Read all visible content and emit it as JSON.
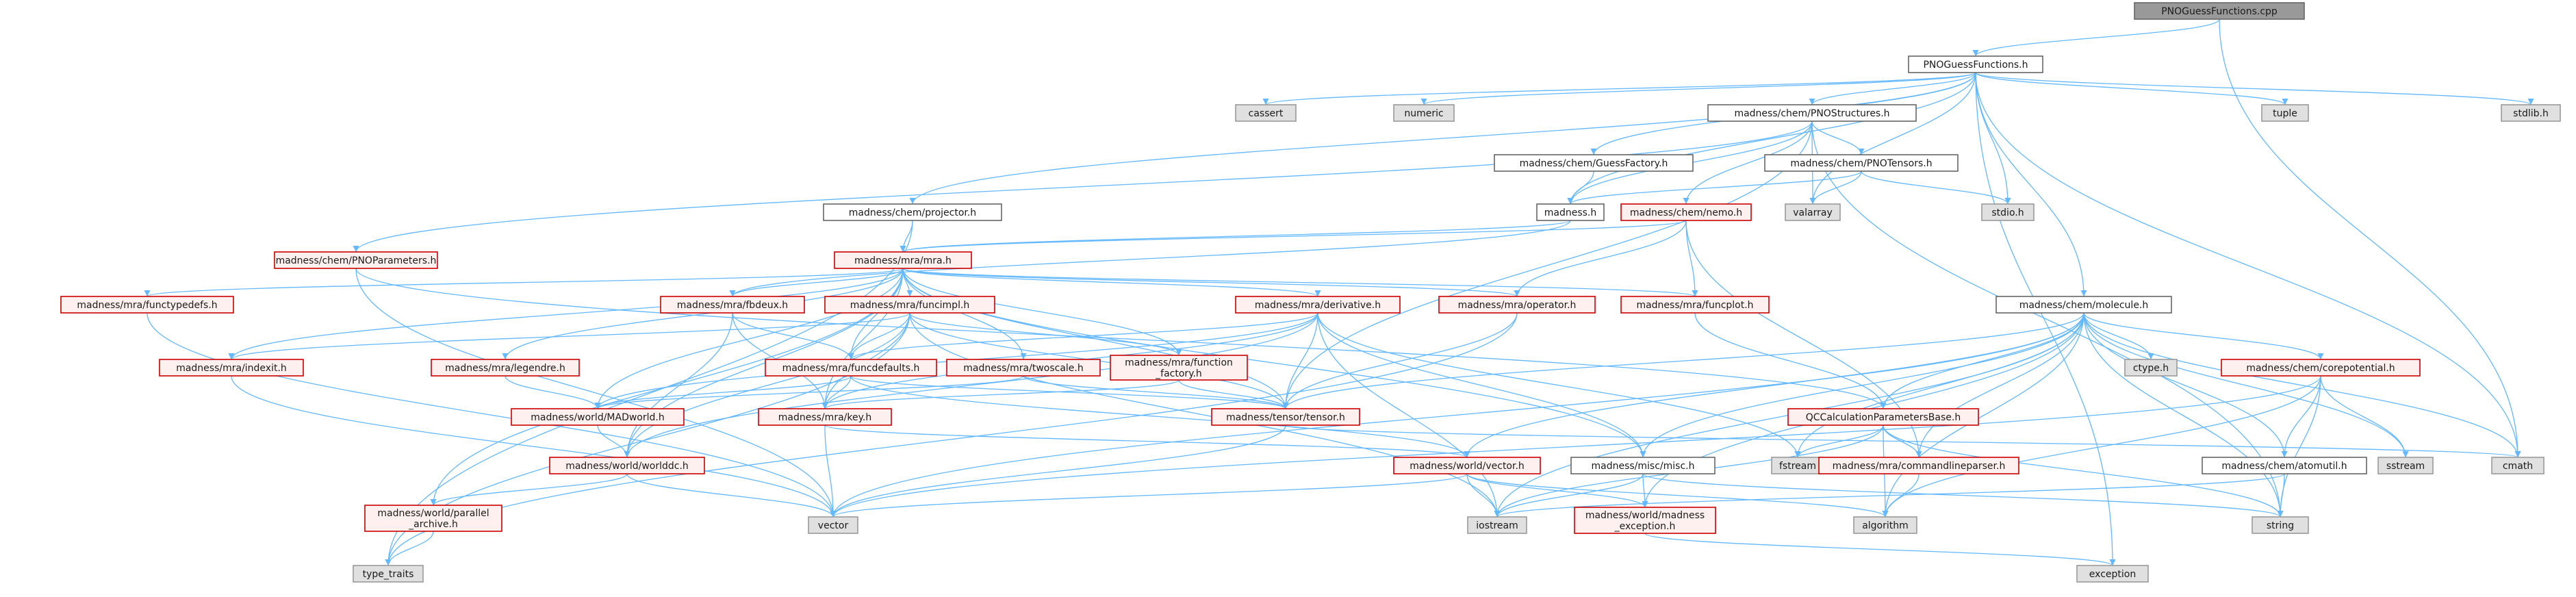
{
  "colors": {
    "edge": "#63b8ff",
    "node_border": "#666666",
    "node_red_border": "#cc0000",
    "node_red_fill": "#fff0f0",
    "node_gray_fill": "#e0e0e0",
    "root_fill": "#999999"
  },
  "nodes": [
    {
      "id": "root",
      "label": "PNOGuessFunctions.cpp",
      "style": "root"
    },
    {
      "id": "pgfh",
      "label": "PNOGuessFunctions.h",
      "style": "normal"
    },
    {
      "id": "pnostruct",
      "label": "madness/chem/PNOStructures.h",
      "style": "normal"
    },
    {
      "id": "cassert",
      "label": "cassert",
      "style": "gray"
    },
    {
      "id": "numeric",
      "label": "numeric",
      "style": "gray"
    },
    {
      "id": "tuple",
      "label": "tuple",
      "style": "gray"
    },
    {
      "id": "stdlibh",
      "label": "stdlib.h",
      "style": "gray"
    },
    {
      "id": "guessfactory",
      "label": "madness/chem/GuessFactory.h",
      "style": "normal"
    },
    {
      "id": "pnotensors",
      "label": "madness/chem/PNOTensors.h",
      "style": "normal"
    },
    {
      "id": "projector",
      "label": "madness/chem/projector.h",
      "style": "normal"
    },
    {
      "id": "madnessh",
      "label": "madness.h",
      "style": "normal"
    },
    {
      "id": "nemo",
      "label": "madness/chem/nemo.h",
      "style": "red"
    },
    {
      "id": "valarray",
      "label": "valarray",
      "style": "gray"
    },
    {
      "id": "stdioh",
      "label": "stdio.h",
      "style": "gray"
    },
    {
      "id": "pnoparams",
      "label": "madness/chem/PNOParameters.h",
      "style": "red"
    },
    {
      "id": "mra",
      "label": "madness/mra/mra.h",
      "style": "red"
    },
    {
      "id": "functypedefs",
      "label": "madness/mra/functypedefs.h",
      "style": "red"
    },
    {
      "id": "fbdeux",
      "label": "madness/mra/fbdeux.h",
      "style": "red"
    },
    {
      "id": "funcimpl",
      "label": "madness/mra/funcimpl.h",
      "style": "red"
    },
    {
      "id": "derivative",
      "label": "madness/mra/derivative.h",
      "style": "red"
    },
    {
      "id": "operator",
      "label": "madness/mra/operator.h",
      "style": "red"
    },
    {
      "id": "funcplot",
      "label": "madness/mra/funcplot.h",
      "style": "red"
    },
    {
      "id": "molecule",
      "label": "madness/chem/molecule.h",
      "style": "normal"
    },
    {
      "id": "indexit",
      "label": "madness/mra/indexit.h",
      "style": "red"
    },
    {
      "id": "legendre",
      "label": "madness/mra/legendre.h",
      "style": "red"
    },
    {
      "id": "funcdefaults",
      "label": "madness/mra/funcdefaults.h",
      "style": "red"
    },
    {
      "id": "twoscale",
      "label": "madness/mra/twoscale.h",
      "style": "red"
    },
    {
      "id": "funcfactory",
      "label": "madness/mra/function\n_factory.h",
      "style": "red"
    },
    {
      "id": "ctypeh",
      "label": "ctype.h",
      "style": "gray"
    },
    {
      "id": "corepot",
      "label": "madness/chem/corepotential.h",
      "style": "red"
    },
    {
      "id": "qccalc",
      "label": "QCCalculationParametersBase.h",
      "style": "red"
    },
    {
      "id": "madworld",
      "label": "madness/world/MADworld.h",
      "style": "red"
    },
    {
      "id": "keyh",
      "label": "madness/mra/key.h",
      "style": "red"
    },
    {
      "id": "tensor",
      "label": "madness/tensor/tensor.h",
      "style": "red"
    },
    {
      "id": "sstream",
      "label": "sstream",
      "style": "gray"
    },
    {
      "id": "cmath",
      "label": "cmath",
      "style": "gray"
    },
    {
      "id": "worlddc",
      "label": "madness/world/worlddc.h",
      "style": "red"
    },
    {
      "id": "worldvector",
      "label": "madness/world/vector.h",
      "style": "red"
    },
    {
      "id": "fstream",
      "label": "fstream",
      "style": "gray"
    },
    {
      "id": "misc",
      "label": "madness/misc/misc.h",
      "style": "normal"
    },
    {
      "id": "cmdparser",
      "label": "madness/mra/commandlineparser.h",
      "style": "red"
    },
    {
      "id": "atomutil",
      "label": "madness/chem/atomutil.h",
      "style": "normal"
    },
    {
      "id": "parallelarchive",
      "label": "madness/world/parallel\n_archive.h",
      "style": "red"
    },
    {
      "id": "vector",
      "label": "vector",
      "style": "gray"
    },
    {
      "id": "iostream",
      "label": "iostream",
      "style": "gray"
    },
    {
      "id": "madexc",
      "label": "madness/world/madness\n_exception.h",
      "style": "red"
    },
    {
      "id": "algorithm",
      "label": "algorithm",
      "style": "gray"
    },
    {
      "id": "string",
      "label": "string",
      "style": "gray"
    },
    {
      "id": "typetraits",
      "label": "type_traits",
      "style": "gray"
    },
    {
      "id": "exception",
      "label": "exception",
      "style": "gray"
    }
  ],
  "edges": [
    [
      "root",
      "pgfh"
    ],
    [
      "root",
      "cmath"
    ],
    [
      "pgfh",
      "pnostruct"
    ],
    [
      "pgfh",
      "cassert"
    ],
    [
      "pgfh",
      "numeric"
    ],
    [
      "pgfh",
      "tuple"
    ],
    [
      "pgfh",
      "stdlibh"
    ],
    [
      "pgfh",
      "guessfactory"
    ],
    [
      "pgfh",
      "projector"
    ],
    [
      "pgfh",
      "madnessh"
    ],
    [
      "pgfh",
      "valarray"
    ],
    [
      "pgfh",
      "stdioh"
    ],
    [
      "pgfh",
      "molecule"
    ],
    [
      "pgfh",
      "cmath"
    ],
    [
      "pgfh",
      "exception"
    ],
    [
      "pnostruct",
      "pnotensors"
    ],
    [
      "pnostruct",
      "madnessh"
    ],
    [
      "pnostruct",
      "nemo"
    ],
    [
      "pnostruct",
      "valarray"
    ],
    [
      "pnostruct",
      "pnoparams"
    ],
    [
      "pnostruct",
      "string"
    ],
    [
      "pnostruct",
      "tensor"
    ],
    [
      "guessfactory",
      "madnessh"
    ],
    [
      "pnotensors",
      "madnessh"
    ],
    [
      "pnotensors",
      "valarray"
    ],
    [
      "pnotensors",
      "stdioh"
    ],
    [
      "projector",
      "mra"
    ],
    [
      "projector",
      "typetraits"
    ],
    [
      "madnessh",
      "mra"
    ],
    [
      "madnessh",
      "fbdeux"
    ],
    [
      "nemo",
      "mra"
    ],
    [
      "nemo",
      "operator"
    ],
    [
      "nemo",
      "funcplot"
    ],
    [
      "nemo",
      "cmdparser"
    ],
    [
      "pnoparams",
      "qccalc"
    ],
    [
      "pnoparams",
      "vector"
    ],
    [
      "mra",
      "functypedefs"
    ],
    [
      "mra",
      "fbdeux"
    ],
    [
      "mra",
      "funcimpl"
    ],
    [
      "mra",
      "derivative"
    ],
    [
      "mra",
      "operator"
    ],
    [
      "mra",
      "funcplot"
    ],
    [
      "mra",
      "indexit"
    ],
    [
      "mra",
      "legendre"
    ],
    [
      "mra",
      "funcdefaults"
    ],
    [
      "mra",
      "twoscale"
    ],
    [
      "mra",
      "funcfactory"
    ],
    [
      "mra",
      "keyh"
    ],
    [
      "mra",
      "tensor"
    ],
    [
      "mra",
      "worlddc"
    ],
    [
      "mra",
      "misc"
    ],
    [
      "mra",
      "madworld"
    ],
    [
      "mra",
      "parallelarchive"
    ],
    [
      "functypedefs",
      "vector"
    ],
    [
      "fbdeux",
      "funcdefaults"
    ],
    [
      "fbdeux",
      "keyh"
    ],
    [
      "fbdeux",
      "worlddc"
    ],
    [
      "funcimpl",
      "indexit"
    ],
    [
      "funcimpl",
      "funcdefaults"
    ],
    [
      "funcimpl",
      "funcfactory"
    ],
    [
      "funcimpl",
      "keyh"
    ],
    [
      "funcimpl",
      "tensor"
    ],
    [
      "funcimpl",
      "worlddc"
    ],
    [
      "funcimpl",
      "typetraits"
    ],
    [
      "funcimpl",
      "iostream"
    ],
    [
      "derivative",
      "funcdefaults"
    ],
    [
      "derivative",
      "keyh"
    ],
    [
      "derivative",
      "tensor"
    ],
    [
      "derivative",
      "worlddc"
    ],
    [
      "derivative",
      "misc"
    ],
    [
      "derivative",
      "iostream"
    ],
    [
      "derivative",
      "fstream"
    ],
    [
      "derivative",
      "madworld"
    ],
    [
      "operator",
      "tensor"
    ],
    [
      "operator",
      "typetraits"
    ],
    [
      "funcplot",
      "qccalc"
    ],
    [
      "molecule",
      "qccalc"
    ],
    [
      "molecule",
      "corepot"
    ],
    [
      "molecule",
      "atomutil"
    ],
    [
      "molecule",
      "tensor"
    ],
    [
      "molecule",
      "misc"
    ],
    [
      "molecule",
      "cmdparser"
    ],
    [
      "molecule",
      "ctypeh"
    ],
    [
      "molecule",
      "fstream"
    ],
    [
      "molecule",
      "sstream"
    ],
    [
      "molecule",
      "cmath"
    ],
    [
      "molecule",
      "string"
    ],
    [
      "molecule",
      "vector"
    ],
    [
      "molecule",
      "iostream"
    ],
    [
      "molecule",
      "algorithm"
    ],
    [
      "molecule",
      "worldvector"
    ],
    [
      "molecule",
      "madexc"
    ],
    [
      "indexit",
      "vector"
    ],
    [
      "legendre",
      "madworld"
    ],
    [
      "funcdefaults",
      "madworld"
    ],
    [
      "funcdefaults",
      "keyh"
    ],
    [
      "funcdefaults",
      "tensor"
    ],
    [
      "funcdefaults",
      "worldvector"
    ],
    [
      "twoscale",
      "tensor"
    ],
    [
      "twoscale",
      "madworld"
    ],
    [
      "funcfactory",
      "tensor"
    ],
    [
      "funcfactory",
      "keyh"
    ],
    [
      "corepot",
      "atomutil"
    ],
    [
      "corepot",
      "sstream"
    ],
    [
      "corepot",
      "string"
    ],
    [
      "corepot",
      "algorithm"
    ],
    [
      "corepot",
      "vector"
    ],
    [
      "qccalc",
      "cmdparser"
    ],
    [
      "qccalc",
      "fstream"
    ],
    [
      "qccalc",
      "string"
    ],
    [
      "qccalc",
      "algorithm"
    ],
    [
      "qccalc",
      "iostream"
    ],
    [
      "madworld",
      "worlddc"
    ],
    [
      "keyh",
      "worldvector"
    ],
    [
      "keyh",
      "vector"
    ],
    [
      "tensor",
      "cmath"
    ],
    [
      "tensor",
      "vector"
    ],
    [
      "worlddc",
      "parallelarchive"
    ],
    [
      "worlddc",
      "vector"
    ],
    [
      "worldvector",
      "madexc"
    ],
    [
      "worldvector",
      "iostream"
    ],
    [
      "worldvector",
      "vector"
    ],
    [
      "worldvector",
      "algorithm"
    ],
    [
      "misc",
      "madexc"
    ],
    [
      "misc",
      "iostream"
    ],
    [
      "misc",
      "string"
    ],
    [
      "cmdparser",
      "algorithm"
    ],
    [
      "atomutil",
      "string"
    ],
    [
      "atomutil",
      "iostream"
    ],
    [
      "parallelarchive",
      "typetraits"
    ],
    [
      "madexc",
      "exception"
    ]
  ]
}
